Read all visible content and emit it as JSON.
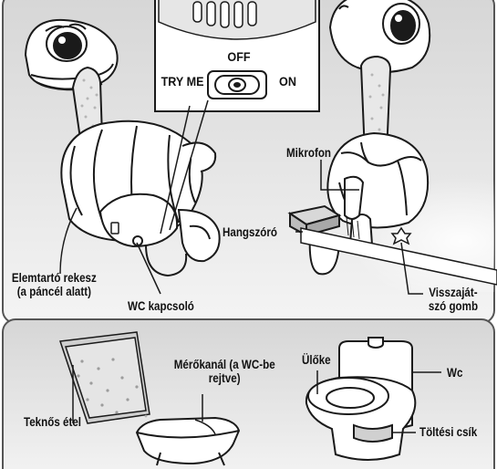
{
  "switch": {
    "try_me": "TRY ME",
    "off": "OFF",
    "on": "ON"
  },
  "labels": {
    "elemtarto_line1": "Elemtartó rekesz",
    "elemtarto_line2": "(a páncél alatt)",
    "wc_kapcsolo": "WC kapcsoló",
    "mikrofon": "Mikrofon",
    "hangszoro": "Hangszóró",
    "visszajatszo_line1": "Visszaját-",
    "visszajatszo_line2": "szó gomb",
    "teknos_etel": "Teknős étel",
    "merokanal_line1": "Mérőkanál (a WC-be",
    "merokanal_line2": "rejtve)",
    "uloke": "Ülőke",
    "wc": "Wc",
    "toltesi_csik": "Töltési csík"
  },
  "colors": {
    "panel_top": "#d9d9d9",
    "panel_bottom": "#f7f7f7",
    "panel_border": "#555555",
    "line": "#1a1a1a"
  }
}
